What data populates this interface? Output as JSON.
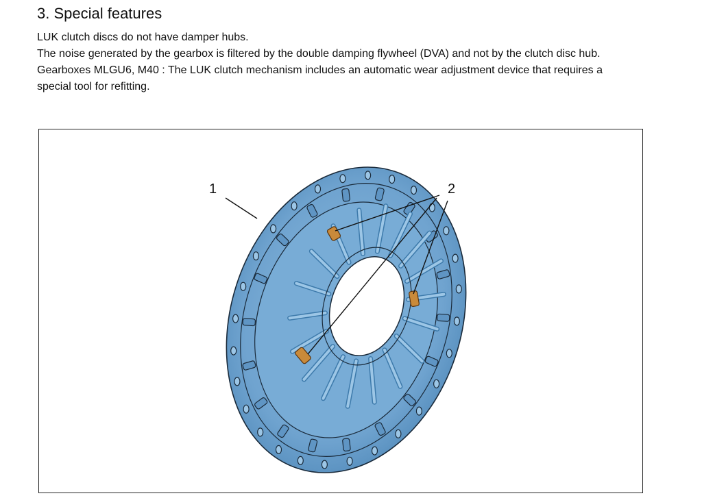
{
  "section": {
    "heading": "3. Special features"
  },
  "paragraphs": [
    "LUK clutch discs do not have damper hubs.",
    "The noise generated by the gearbox is filtered by the double damping flywheel (DVA) and not by the clutch disc hub.",
    "Gearboxes MLGU6, M40 : The LUK clutch mechanism includes an automatic wear adjustment device that requires a",
    "special tool for refitting."
  ],
  "figure": {
    "callouts": [
      {
        "label": "1"
      },
      {
        "label": "2"
      }
    ],
    "colors": {
      "body": "#6fa3cf",
      "body_dark": "#3d7aab",
      "outline": "#1a2a3a",
      "adjuster": "#c98a3a"
    }
  }
}
